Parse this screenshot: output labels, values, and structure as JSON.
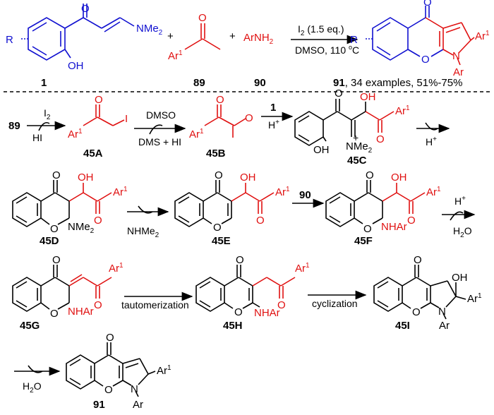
{
  "top": {
    "r_label": "R",
    "ketone_o": "O",
    "nme2": "NMe",
    "nme2_sub": "2",
    "oh": "OH",
    "plus1": "+",
    "plus2": "+",
    "ar1_label": "Ar",
    "ar1_sup": "1",
    "ar1_o": "O",
    "arnh2": "ArNH",
    "arnh2_sub": "2",
    "cond_top": "I",
    "cond_top_sub": "2",
    "cond_top_rest": " (1.5 eq.)",
    "cond_bottom": "DMSO, 110 ",
    "cond_bottom_deg": "o",
    "cond_bottom_c": "C",
    "num1": "1",
    "num89": "89",
    "num90": "90",
    "num91": "91",
    "product_info": ", 34 examples, 51%-75%",
    "prod_r": "R",
    "prod_o_top": "O",
    "prod_o_ring": "O",
    "prod_n": "N",
    "prod_ar": "Ar",
    "prod_ar1": "Ar",
    "prod_ar1_sup": "1"
  },
  "row1": {
    "start": "89",
    "i2": "I",
    "i2_sub": "2",
    "hi": "HI",
    "s45a_ar1": "Ar",
    "s45a_sup": "1",
    "s45a_o": "O",
    "s45a_i": "I",
    "lbl45a": "45A",
    "dmso": "DMSO",
    "dms_hi": "DMS + HI",
    "s45b_ar1": "Ar",
    "s45b_sup": "1",
    "s45b_o1": "O",
    "s45b_o2": "O",
    "lbl45b": "45B",
    "reag1": "1",
    "hplus": "H",
    "hplus_sup": "+",
    "s45c_o": "O",
    "s45c_oh": "OH",
    "s45c_o2": "O",
    "s45c_ar1": "Ar",
    "s45c_sup": "1",
    "s45c_oh_phenol": "OH",
    "s45c_nme2": "NMe",
    "s45c_nme2_sub": "2",
    "s45c_plus": "+",
    "lbl45c": "45C",
    "hplus2": "H",
    "hplus2_sup": "+"
  },
  "row2": {
    "s45d_o": "O",
    "s45d_oh": "OH",
    "s45d_ar1": "Ar",
    "s45d_sup": "1",
    "s45d_o2": "O",
    "s45d_ring_o": "O",
    "s45d_nme2": "NMe",
    "s45d_nme2_sub": "2",
    "lbl45d": "45D",
    "nhme2": "NHMe",
    "nhme2_sub": "2",
    "s45e_o": "O",
    "s45e_oh": "OH",
    "s45e_ar1": "Ar",
    "s45e_sup": "1",
    "s45e_o2": "O",
    "s45e_ring_o": "O",
    "lbl45e": "45E",
    "reag90": "90",
    "s45f_o": "O",
    "s45f_oh": "OH",
    "s45f_ar1": "Ar",
    "s45f_sup": "1",
    "s45f_o2": "O",
    "s45f_ring_o": "O",
    "s45f_nhar": "NHAr",
    "lbl45f": "45F",
    "hplus": "H",
    "hplus_sup": "+",
    "h2o": "H",
    "h2o_sub": "2",
    "h2o_o": "O"
  },
  "row3": {
    "s45g_o": "O",
    "s45g_ar1": "Ar",
    "s45g_sup": "1",
    "s45g_o2": "O",
    "s45g_ring_o": "O",
    "s45g_nhar": "NHAr",
    "lbl45g": "45G",
    "tautomerization": "tautomerization",
    "s45h_o": "O",
    "s45h_ar1": "Ar",
    "s45h_sup": "1",
    "s45h_o2": "O",
    "s45h_ring_o": "O",
    "s45h_nhar": "NHAr",
    "lbl45h": "45H",
    "cyclization": "cyclization",
    "s45i_o": "O",
    "s45i_oh": "OH",
    "s45i_ar1": "Ar",
    "s45i_sup": "1",
    "s45i_ring_o": "O",
    "s45i_n": "N",
    "s45i_ar": "Ar",
    "lbl45i": "45I"
  },
  "row4": {
    "h2o": "H",
    "h2o_sub": "2",
    "h2o_o": "O",
    "p_o": "O",
    "p_ring_o": "O",
    "p_n": "N",
    "p_ar": "Ar",
    "p_ar1": "Ar",
    "p_sup": "1",
    "lbl91": "91"
  }
}
